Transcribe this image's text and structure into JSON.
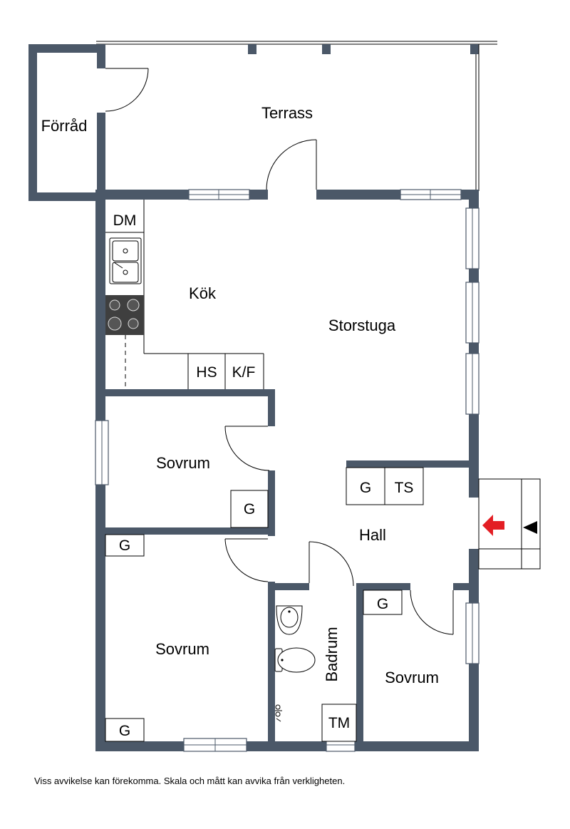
{
  "rooms": {
    "forrad": "Förråd",
    "terrass": "Terrass",
    "kok": "Kök",
    "storstuga": "Storstuga",
    "sovrum_1": "Sovrum",
    "sovrum_2": "Sovrum",
    "sovrum_3": "Sovrum",
    "hall": "Hall",
    "badrum": "Badrum"
  },
  "appliances": {
    "dm": "DM",
    "hs": "HS",
    "kf": "K/F",
    "g_hall": "G",
    "ts": "TS",
    "g_sovrum_1": "G",
    "g_sovrum_2_top": "G",
    "g_sovrum_2_bottom": "G",
    "g_sovrum_3": "G",
    "tm": "TM"
  },
  "disclaimer": "Viss avvikelse kan förekomma. Skala och mått kan avvika från verkligheten.",
  "colors": {
    "wall": "#4b5868",
    "entrance_arrow": "#e31e24"
  }
}
